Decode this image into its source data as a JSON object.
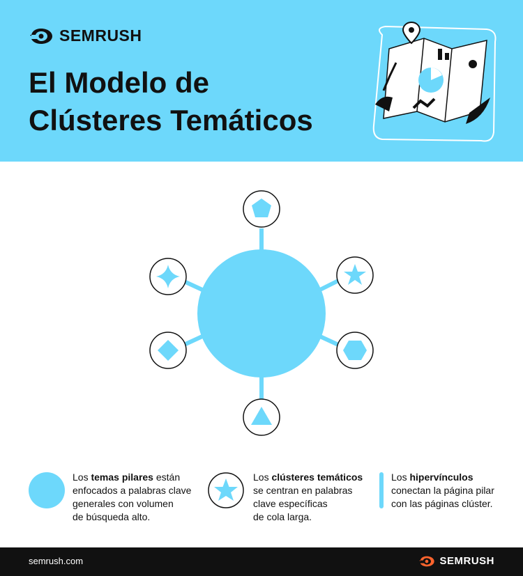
{
  "brand": {
    "name": "SEMRUSH",
    "url": "semrush.com"
  },
  "title": {
    "line1": "El Modelo de",
    "line2": "Clústeres Temáticos"
  },
  "colors": {
    "accent": "#6dd8fb",
    "ink": "#111111",
    "footer_bg": "#111111",
    "logo_orange": "#ff642d"
  },
  "legend": [
    {
      "icon": "circle-icon",
      "pre": "Los ",
      "bold": "temas pilares",
      "post": " están",
      "lines": [
        "enfocados a palabras clave",
        "generales con volumen",
        "de búsqueda alto."
      ]
    },
    {
      "icon": "star-icon",
      "pre": "Los ",
      "bold": "clústeres temáticos",
      "post": "",
      "lines": [
        "se centran en palabras",
        "clave específicas",
        "de cola larga."
      ]
    },
    {
      "icon": "line-icon",
      "pre": "Los ",
      "bold": "hipervínculos",
      "post": "",
      "lines": [
        "conectan la página pilar",
        "con las páginas clúster."
      ]
    }
  ],
  "diagram": {
    "center": "pillar-circle",
    "nodes": [
      "pentagon-icon",
      "star-icon",
      "hexagon-icon",
      "triangle-icon",
      "diamond-icon",
      "four-point-star-icon"
    ]
  }
}
